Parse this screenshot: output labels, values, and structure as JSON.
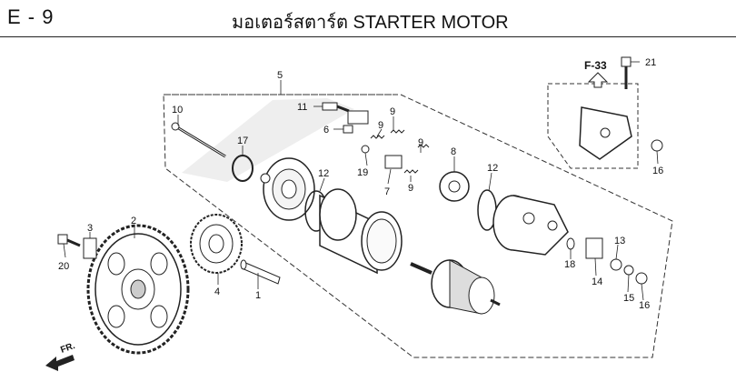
{
  "header": {
    "section": "E - 9",
    "title": "มอเตอร์สตาร์ต  STARTER MOTOR"
  },
  "reference": "F-33",
  "direction": "FR.",
  "callouts": [
    "1",
    "2",
    "3",
    "4",
    "5",
    "6",
    "7",
    "8",
    "9",
    "9",
    "9",
    "9",
    "10",
    "11",
    "12",
    "12",
    "13",
    "14",
    "15",
    "16",
    "16",
    "17",
    "18",
    "19",
    "20",
    "21"
  ]
}
